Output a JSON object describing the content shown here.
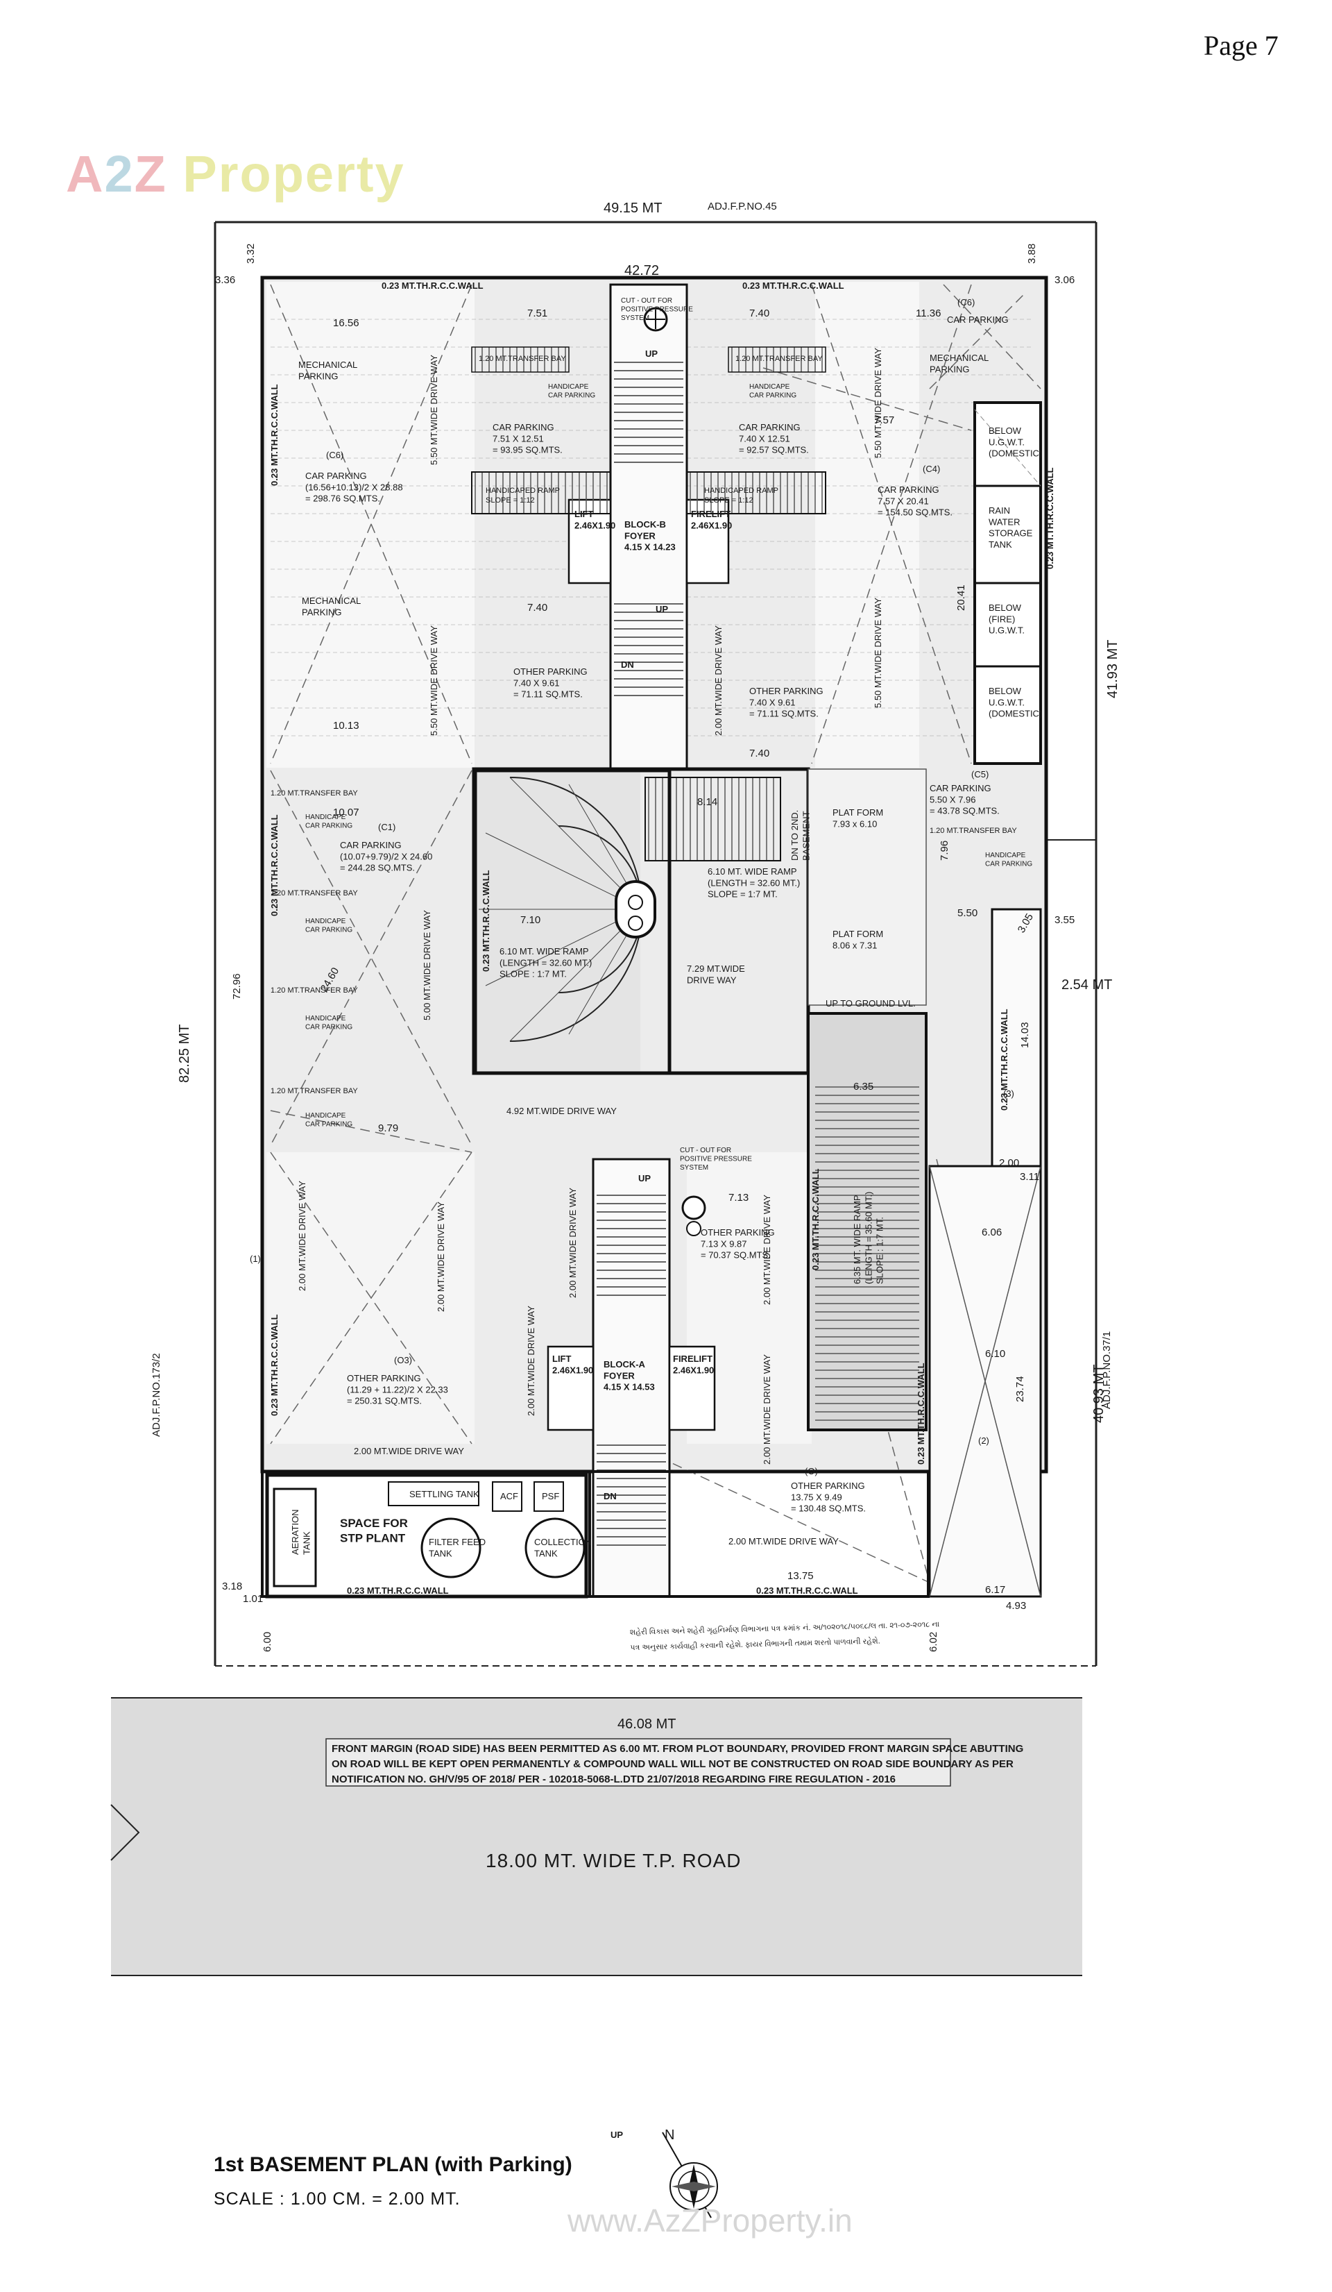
{
  "page": {
    "number": "Page 7"
  },
  "logo": {
    "text_a": "A",
    "text_2": "2",
    "text_z": "Z",
    "text_p": "Property"
  },
  "watermark": "www.AzZProperty.in",
  "title": "1st BASEMENT PLAN (with Parking)",
  "scale": "SCALE : 1.00 CM. = 2.00 MT.",
  "north": "N",
  "road": "18.00 MT. WIDE T.P. ROAD",
  "front_note": [
    "FRONT MARGIN (ROAD SIDE) HAS BEEN PERMITTED AS 6.00 MT. FROM PLOT BOUNDARY, PROVIDED FRONT MARGIN SPACE ABUTTING",
    "ON ROAD WILL BE KEPT OPEN PERMANENTLY & COMPOUND WALL WILL NOT BE CONSTRUCTED ON ROAD SIDE BOUNDARY AS PER",
    "NOTIFICATION NO. GH/V/95 OF 2018/ PER - 102018-5068-L.DTD 21/07/2018 REGARDING FIRE REGULATION - 2016"
  ],
  "gujarati_note": "શહેરી વિકાસ અને શહેરી ગૃહનિર્માણ વિભાગના પત્ર ક્રમાંક નં. અ/૧૦૨૦૧૮/૫૦૬૮/લ તા. ૨૧-૦૭-૨૦૧૮ ના પત્ર અનુસાર કાર્યવાહી કરવાની રહેશે. ફાયર વિભાગની તમામ શરતો પાળવાની રહેશે.",
  "adjacent": {
    "top": "ADJ.F.P.NO.45",
    "left": "ADJ.F.P.NO.173/2",
    "right": "ADJ.F.P.NO.37/1"
  },
  "dims": {
    "top_width": "49.15 MT",
    "inner_width": "42.72",
    "bottom_width": "46.08 MT",
    "left_height": "82.25 MT",
    "left_inner": "72.96",
    "right_height": "41.93 MT",
    "right_lower": "40.93 MT",
    "right_step": "2.54 MT",
    "d_332": "3.32",
    "d_336": "3.36",
    "d_388": "3.88",
    "d_306": "3.06",
    "d_355": "3.55",
    "d_318": "3.18",
    "d_600": "6.00",
    "d_602": "6.02",
    "d_617": "6.17",
    "d_493": "4.93",
    "d_101": "1.01",
    "d_1375": "13.75",
    "d_606": "6.06",
    "d_610": "6.10",
    "d_2374": "23.74",
    "d_1403": "14.03",
    "d_200": "2.00",
    "d_311": "3.11",
    "d_2041": "20.41",
    "d_1656": "16.56",
    "d_1136": "11.36",
    "d_751": "7.51",
    "d_740a": "7.40",
    "d_740b": "7.40",
    "d_740c": "7.40",
    "d_757": "7.57",
    "d_1013": "10.13",
    "d_1007": "10.07",
    "d_2460": "24.60",
    "d_979": "9.79",
    "d_814": "8.14",
    "d_710": "7.10",
    "d_635": "6.35",
    "d_713": "7.13",
    "d_550": "5.50",
    "d_796": "7.96",
    "d_305": "3.05"
  },
  "walls": {
    "top": "0.23 MT.TH.R.C.C.WALL",
    "top_right": "0.23 MT.TH.R.C.C.WALL",
    "left": "0.23 MT.TH.R.C.C.WALL",
    "left_mid": "0.23 MT.TH.R.C.C.WALL",
    "left_low": "0.23 MT.TH.R.C.C.WALL",
    "right": "0.23 MT.TH.R.C.C.WALL",
    "bottom_left": "0.23 MT.TH.R.C.C.WALL",
    "bottom_right": "0.23 MT.TH.R.C.C.WALL",
    "ramp_left": "0.23 MT.TH.R.C.C.WALL",
    "ramp_right": "0.23 MT.TH.R.C.C.WALL",
    "core_wall": "0.23 MT.TH.R.C.C.WALL",
    "lower_right": "0.23 MT.TH.R.C.C.WALL"
  },
  "zones": {
    "mech1": "MECHANICAL\nPARKING",
    "mech2": "MECHANICAL\nPARKING",
    "mech3": "MECHANICAL\nPARKING",
    "c6_left_label": "(C6)",
    "c6_left": "CAR PARKING\n(16.56+10.13)/2 X 28.88\n= 298.76 SQ.MTS.",
    "c6_right_label": "(C6)",
    "c6_right": "CAR PARKING",
    "c2": "CAR PARKING\n7.51 X 12.51\n= 93.95 SQ.MTS.",
    "c3": "CAR PARKING\n7.40 X 12.51\n= 92.57 SQ.MTS.",
    "c4_label": "(C4)",
    "c4": "CAR PARKING\n7.57 X 20.41\n= 154.50 SQ.MTS.",
    "c5_label": "(C5)",
    "c5": "CAR PARKING\n5.50 X 7.96\n= 43.78 SQ.MTS.",
    "c1_label": "(C1)",
    "c1": "CAR PARKING\n(10.07+9.79)/2 X 24.60\n= 244.28 SQ.MTS.",
    "o2a": "OTHER PARKING\n7.40 X 9.61\n= 71.11 SQ.MTS.",
    "o2b": "OTHER PARKING\n7.40 X 9.61\n= 71.11 SQ.MTS.",
    "o3_label": "(O3)",
    "o3": "OTHER PARKING\n(11.29 + 11.22)/2 X 22.33\n= 250.31 SQ.MTS.",
    "o1": "OTHER PARKING\n7.13 X 9.87\n= 70.37 SQ.MTS.",
    "o_label": "(O)",
    "o": "OTHER PARKING\n13.75 X 9.49\n= 130.48 SQ.MTS.",
    "block_b": "BLOCK-B\nFOYER\n4.15 X 14.23",
    "block_a": "BLOCK-A\nFOYER\n4.15 X 14.53",
    "lift": "LIFT\n2.46X1.90",
    "firelift": "FIRELIFT\n2.46X1.90",
    "ramp1": "6.10 MT. WIDE RAMP\n(LENGTH = 32.60 MT.)\nSLOPE = 1:7 MT.",
    "ramp2": "6.10 MT. WIDE RAMP\n(LENGTH = 32.60 MT.)\nSLOPE : 1:7 MT.",
    "ramp3": "6.35 MT. WIDE RAMP\n(LENGTH = 35.60 MT.)\nSLOPE : 1:7 MT.",
    "platform1": "PLAT FORM\n7.93 x 6.10",
    "platform2": "PLAT FORM\n8.06 x 7.31",
    "dn_2nd": "DN TO 2ND.\nBASEMENT",
    "up_ground": "UP TO GROUND LVL.",
    "drive_729": "7.29 MT.WIDE\nDRIVE WAY",
    "drive_492": "4.92 MT.WIDE DRIVE WAY",
    "drive_550_a": "5.50 MT.WIDE DRIVE WAY",
    "drive_550_b": "5.50 MT.WIDE DRIVE WAY",
    "drive_550_c": "5.50 MT.WIDE DRIVE WAY",
    "drive_550_d": "5.50 MT.WIDE DRIVE WAY",
    "drive_500": "5.00 MT.WIDE DRIVE WAY",
    "drive_200_a": "2.00 MT.WIDE DRIVE WAY",
    "drive_200_b": "2.00 MT.WIDE DRIVE WAY",
    "drive_200_c": "2.00 MT.WIDE DRIVE WAY",
    "drive_200_d": "2.00 MT.WIDE DRIVE WAY",
    "drive_200_e": "2.00 MT.WIDE DRIVE WAY",
    "drive_200_f": "2.00 MT.WIDE DRIVE WAY",
    "drive_200_g": "2.00 MT.WIDE DRIVE WAY",
    "drive_200_h": "2.00 MT.WIDE DRIVE WAY",
    "drive_200_i": "2.00 MT.WIDE DRIVE WAY",
    "ugwt_domestic": "BELOW\nU.G.W.T.\n(DOMESTIC)",
    "rain_water": "RAIN\nWATER\nSTORAGE\nTANK",
    "ugwt_fire": "BELOW\n(FIRE)\nU.G.W.T.",
    "ugwt_domestic2": "BELOW\nU.G.W.T.\n(DOMESTIC)",
    "stp": "SPACE FOR\nSTP PLANT",
    "settling": "SETTLING TANK",
    "acf": "ACF",
    "psf": "PSF",
    "aeration": "AERATION\nTANK",
    "filter_feed": "FILTER FEED\nTANK",
    "collection": "COLLECTION\nTANK",
    "cutout_b": "CUT - OUT FOR\nPOSITIVE PRESSURE\nSYSTEM",
    "cutout_a": "CUT - OUT FOR\nPOSITIVE PRESSURE\nSYSTEM",
    "transfer_bay": "1.20 MT.TRANSFER BAY",
    "handicap": "HANDICAPE\nCAR PARKING",
    "handicap_ramp": "HANDICAPED RAMP\nSLOPE = 1:12",
    "up": "UP",
    "dn": "DN",
    "m1": "(1)",
    "m2": "(2)",
    "m3": "(3)"
  }
}
